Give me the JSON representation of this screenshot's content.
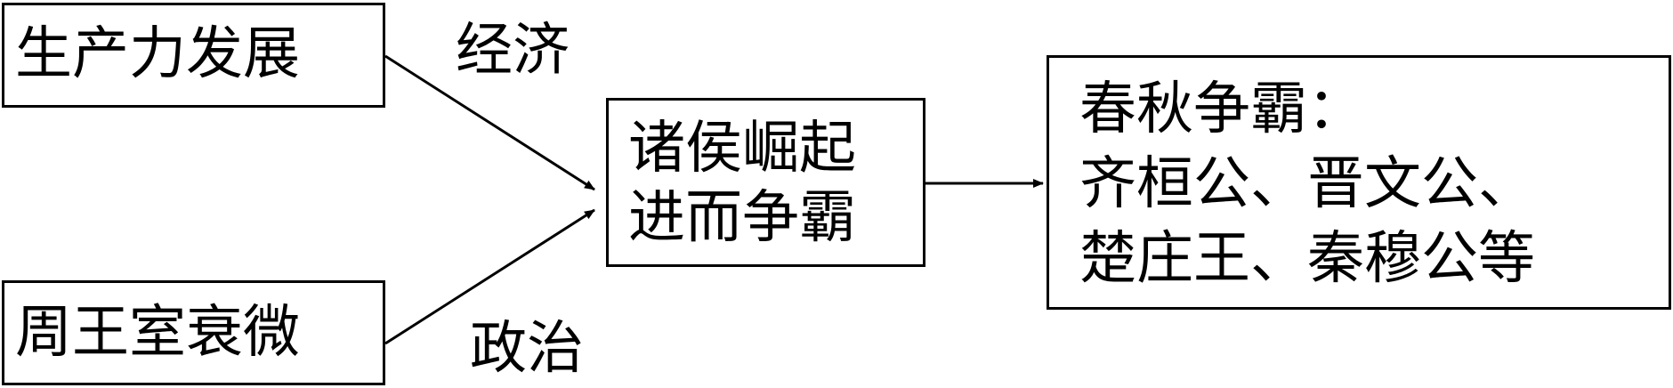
{
  "nodes": {
    "productivity": {
      "label": "生产力发展"
    },
    "zhou_decline": {
      "label": "周王室衰微"
    },
    "vassals": {
      "line1": "诸侯崛起",
      "line2": "进而争霸"
    },
    "hegemony": {
      "line1": "春秋争霸：",
      "line2": "齐桓公、晋文公、",
      "line3": "楚庄王、秦穆公等"
    }
  },
  "edges": {
    "economy": {
      "label": "经济"
    },
    "politics": {
      "label": "政治"
    }
  },
  "colors": {
    "stroke": "#000000",
    "background": "#ffffff",
    "text": "#000000"
  }
}
